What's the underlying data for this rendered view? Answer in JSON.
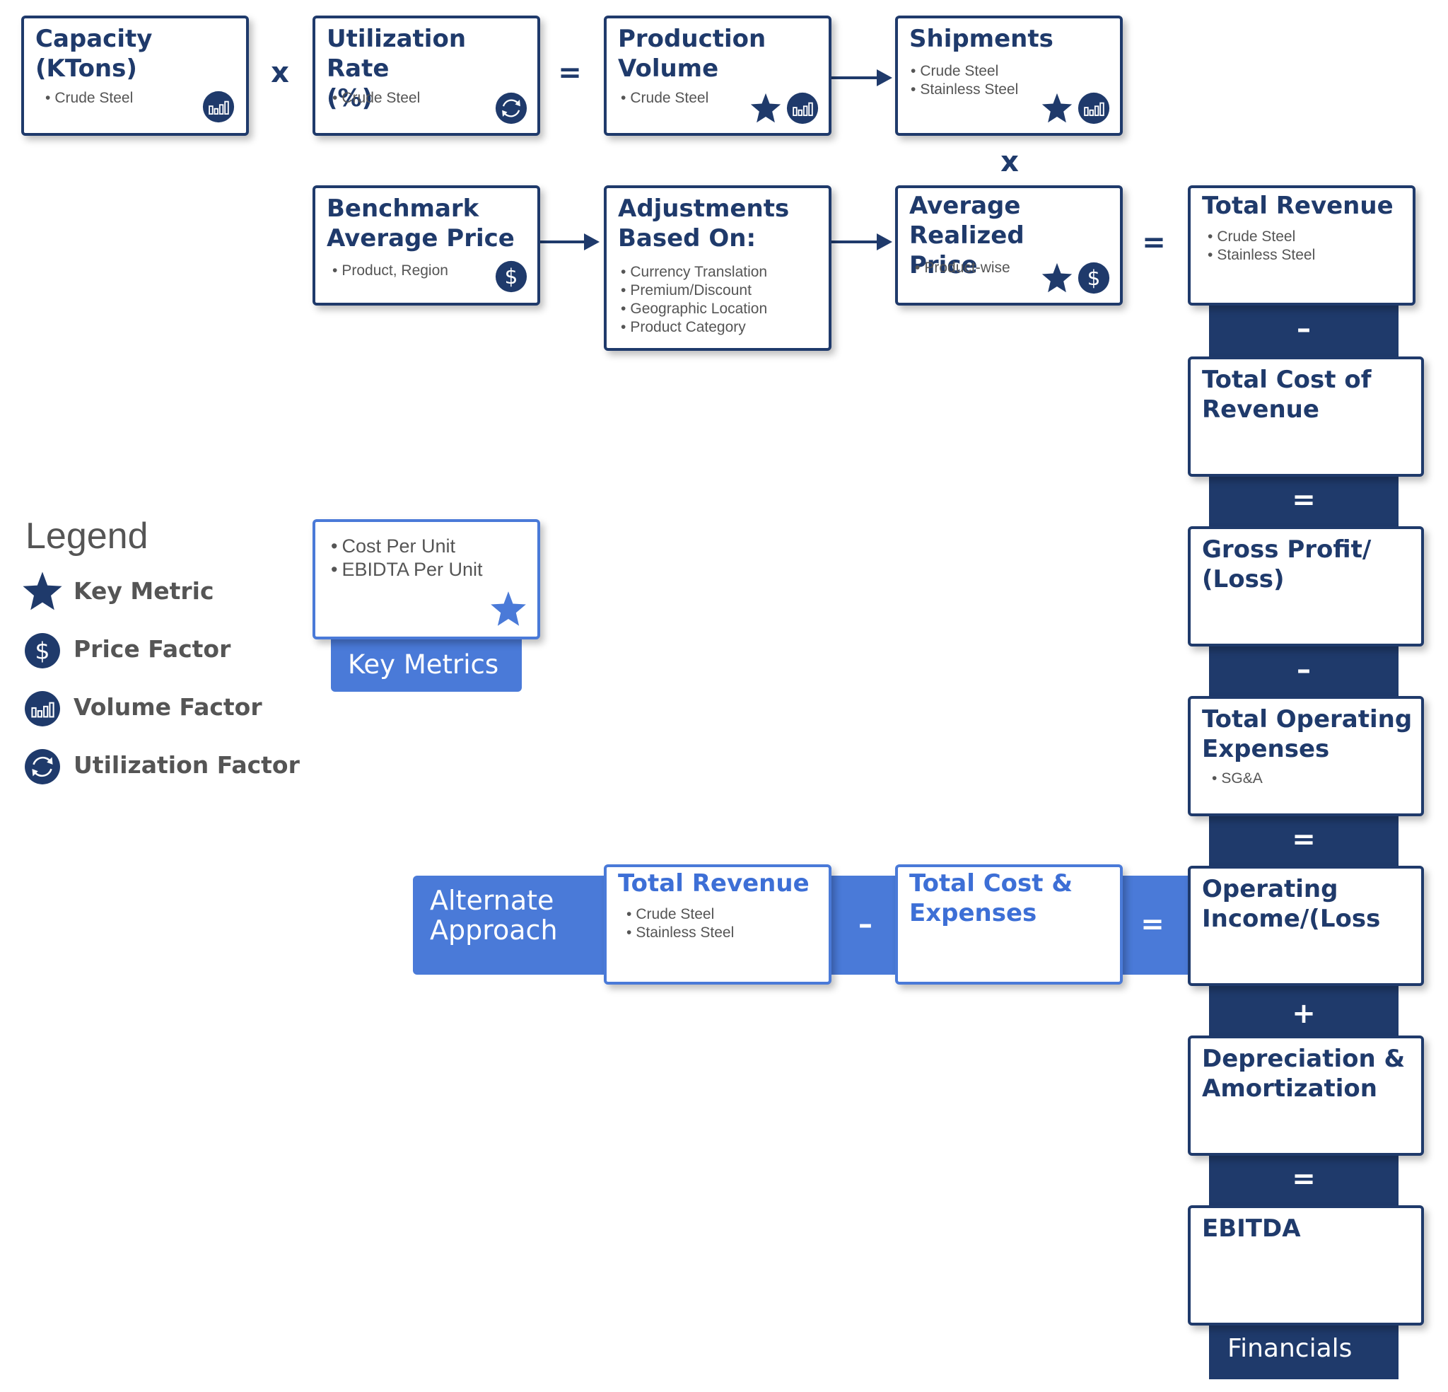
{
  "colors": {
    "navy": "#1f3a6b",
    "blue": "#4a7ad8",
    "text_gray": "#555555"
  },
  "boxes": {
    "capacity": {
      "title": "Capacity\n(KTons)",
      "bullets": [
        "Crude Steel"
      ],
      "icons": [
        "volume-factor-icon"
      ]
    },
    "utilization": {
      "title": "Utilization Rate\n(%)",
      "bullets": [
        "Crude Steel"
      ],
      "icons": [
        "utilization-factor-icon"
      ]
    },
    "production": {
      "title": "Production\nVolume",
      "bullets": [
        "Crude Steel"
      ],
      "icons": [
        "key-metric-star-icon",
        "volume-factor-icon"
      ]
    },
    "shipments": {
      "title": "Shipments",
      "bullets": [
        "Crude Steel",
        "Stainless Steel"
      ],
      "icons": [
        "key-metric-star-icon",
        "volume-factor-icon"
      ]
    },
    "benchmark": {
      "title": "Benchmark\nAverage Price",
      "bullets": [
        "Product, Region"
      ],
      "icons": [
        "price-factor-icon"
      ]
    },
    "adjustments": {
      "title": "Adjustments\nBased On:",
      "bullets": [
        "Currency Translation",
        "Premium/Discount",
        "Geographic Location",
        "Product Category"
      ]
    },
    "avg_price": {
      "title": "Average Realized\nPrice",
      "bullets": [
        "Product-wise"
      ],
      "icons": [
        "key-metric-star-icon",
        "price-factor-icon"
      ]
    },
    "total_revenue": {
      "title": "Total Revenue",
      "bullets": [
        "Crude Steel",
        "Stainless Steel"
      ]
    },
    "total_cost_revenue": {
      "title": "Total Cost of\nRevenue"
    },
    "gross_profit": {
      "title": "Gross Profit/\n(Loss)"
    },
    "opex": {
      "title": "Total Operating\nExpenses",
      "bullets": [
        "SG&A"
      ]
    },
    "operating_income": {
      "title": "Operating\nIncome/(Loss"
    },
    "da": {
      "title": "Depreciation &\nAmortization"
    },
    "ebitda": {
      "title": "EBITDA"
    },
    "key_metrics": {
      "bullets": [
        "Cost Per Unit",
        "EBIDTA Per Unit"
      ],
      "tab": "Key Metrics"
    },
    "alt_revenue": {
      "title": "Total Revenue",
      "bullets": [
        "Crude Steel",
        "Stainless Steel"
      ]
    },
    "alt_cost": {
      "title": "Total Cost &\nExpenses"
    }
  },
  "operators": {
    "times": "x",
    "equals": "=",
    "minus": "–",
    "plus": "+"
  },
  "tabs": {
    "financials": "Financials",
    "alternate": "Alternate\nApproach"
  },
  "legend": {
    "title": "Legend",
    "items": [
      {
        "label": "Key Metric",
        "icon": "star-icon"
      },
      {
        "label": "Price Factor",
        "icon": "dollar-icon"
      },
      {
        "label": "Volume Factor",
        "icon": "bar-chart-icon"
      },
      {
        "label": "Utilization Factor",
        "icon": "refresh-icon"
      }
    ]
  }
}
